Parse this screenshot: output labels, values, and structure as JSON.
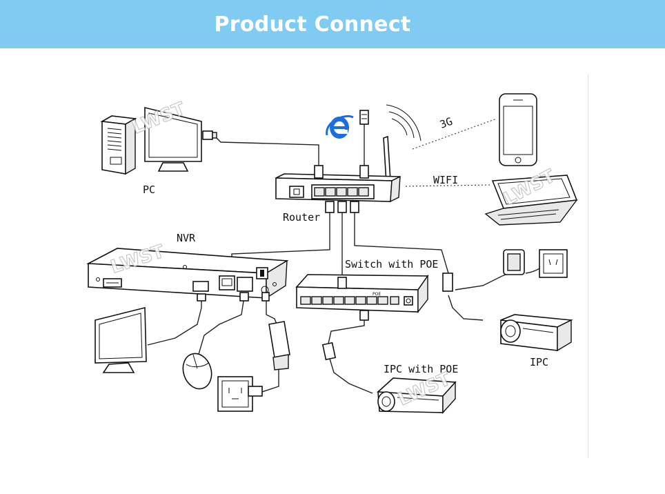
{
  "banner": {
    "title": "Product Connect",
    "color": "#7fcbf1"
  },
  "labels": {
    "pc": "PC",
    "router": "Router",
    "nvr": "NVR",
    "switch": "Switch with POE",
    "ipc_poe": "IPC with POE",
    "ipc": "IPC",
    "wifi": "WIFI",
    "g3": "3G"
  },
  "switch_panel": {
    "brand": "POE"
  },
  "watermark": "LWST",
  "icons": [
    "internet-explorer-icon",
    "smartphone-icon",
    "laptop-icon",
    "wireless-signal-icon"
  ]
}
